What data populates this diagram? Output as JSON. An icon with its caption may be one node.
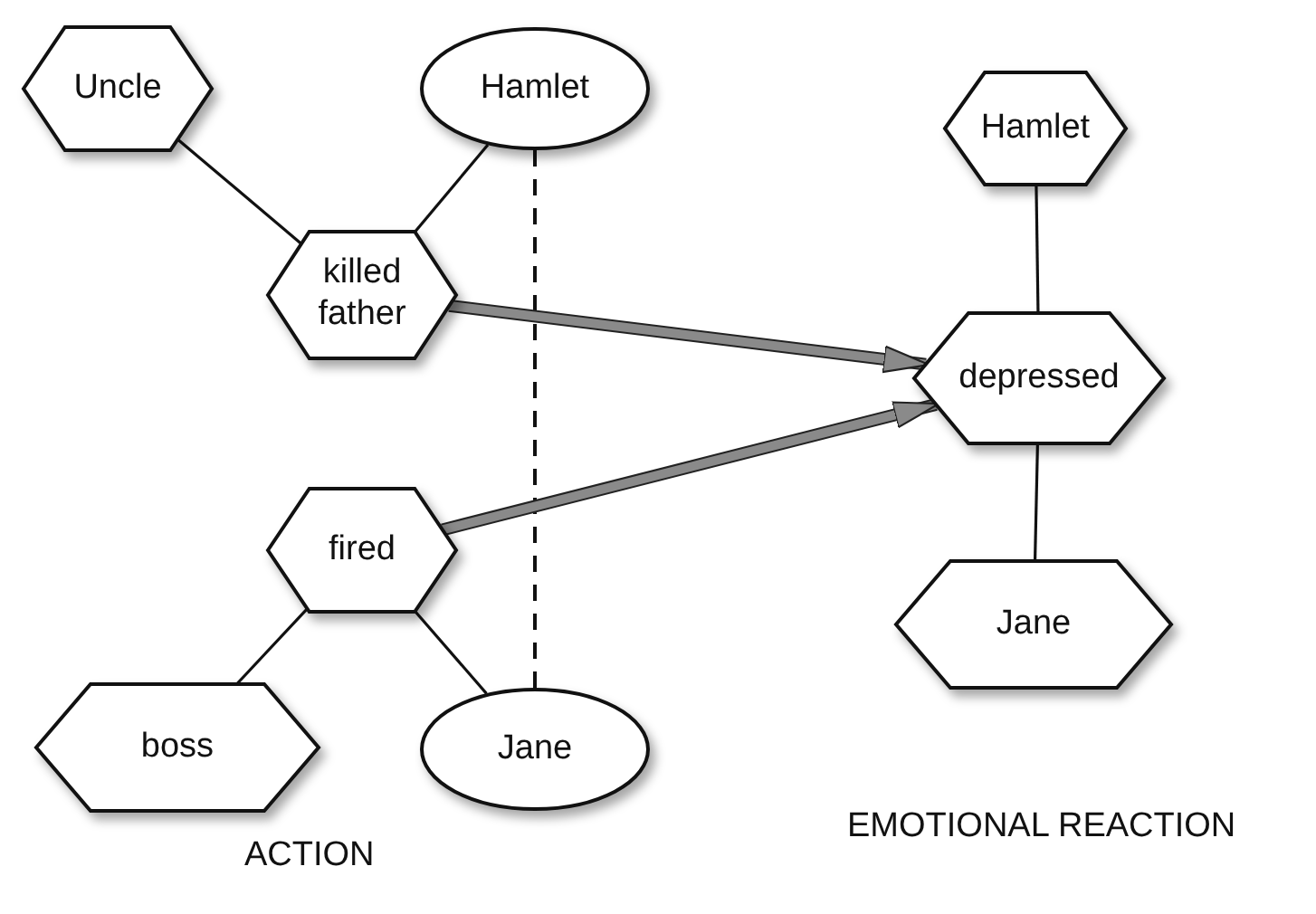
{
  "diagram": {
    "nodes": [
      {
        "text": [
          "Uncle"
        ]
      },
      {
        "text": [
          "Hamlet"
        ]
      },
      {
        "text": [
          "killed father"
        ]
      },
      {
        "text": [
          "fired"
        ]
      },
      {
        "text": [
          "boss"
        ]
      },
      {
        "text": [
          "Jane"
        ]
      },
      {
        "text": [
          "Hamlet"
        ]
      },
      {
        "text": [
          "depressed"
        ]
      },
      {
        "text": [
          "Jane"
        ]
      }
    ],
    "edges": [
      {
        "from": 0,
        "to": 2,
        "arrow": "none"
      },
      {
        "from": 1,
        "to": 2,
        "arrow": "none"
      },
      {
        "from": 1,
        "to": 5,
        "arrow": "none",
        "style": "dashed"
      },
      {
        "from": 2,
        "to": 7,
        "arrow": "to",
        "style": "thick"
      },
      {
        "from": 3,
        "to": 7,
        "arrow": "to",
        "style": "thick"
      },
      {
        "from": 3,
        "to": 4,
        "arrow": "none"
      },
      {
        "from": 3,
        "to": 5,
        "arrow": "none"
      },
      {
        "from": 6,
        "to": 7,
        "arrow": "none"
      },
      {
        "from": 7,
        "to": 8,
        "arrow": "none"
      }
    ],
    "labels": [
      "ACTION",
      "EMOTIONAL REACTION"
    ]
  }
}
